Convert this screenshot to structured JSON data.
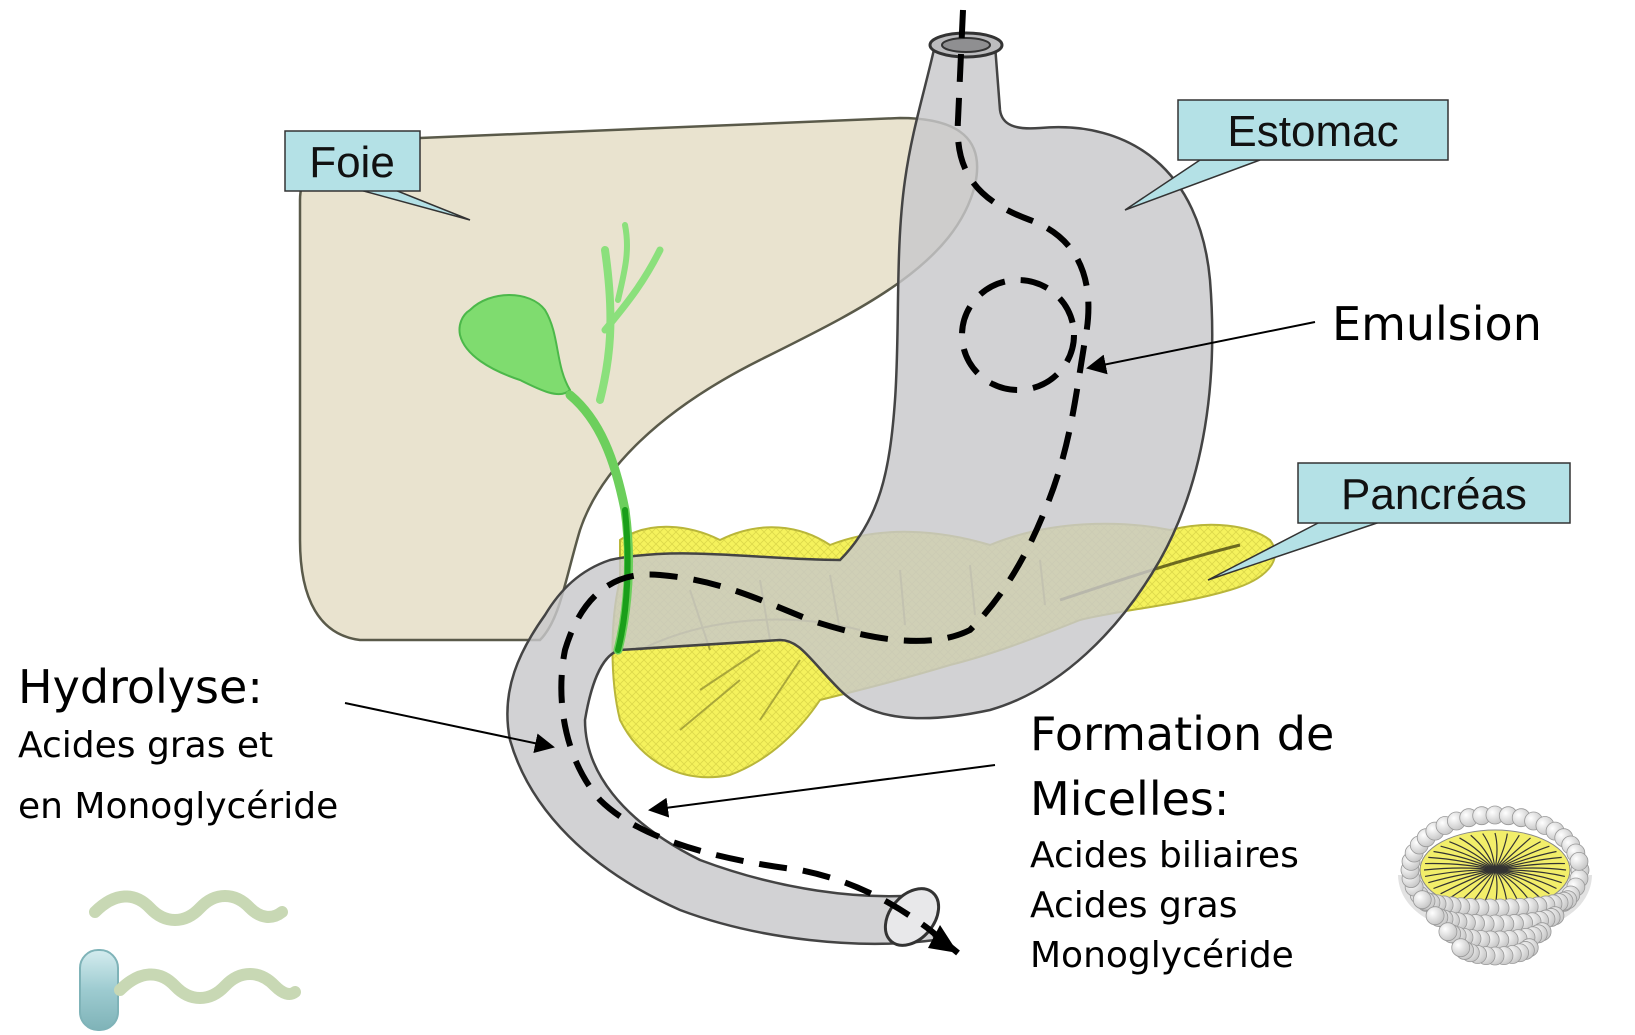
{
  "labels": {
    "foie": "Foie",
    "estomac": "Estomac",
    "emulsion": "Emulsion",
    "pancreas": "Pancréas",
    "hydrolyse_title": "Hydrolyse:",
    "hydrolyse_line1": "Acides gras et",
    "hydrolyse_line2": "en Monoglycéride",
    "micelles_title1": "Formation de",
    "micelles_title2": "Micelles:",
    "micelles_line1": "Acides biliaires",
    "micelles_line2": "Acides gras",
    "micelles_line3": "Monoglycéride"
  },
  "colors": {
    "liver": "#e9e3cf",
    "stomach": "#c9c9cb",
    "pancreas": "#f3f15a",
    "gallbladder": "#7fdc6f",
    "callout": "#b4e1e6",
    "path": "#000000"
  }
}
